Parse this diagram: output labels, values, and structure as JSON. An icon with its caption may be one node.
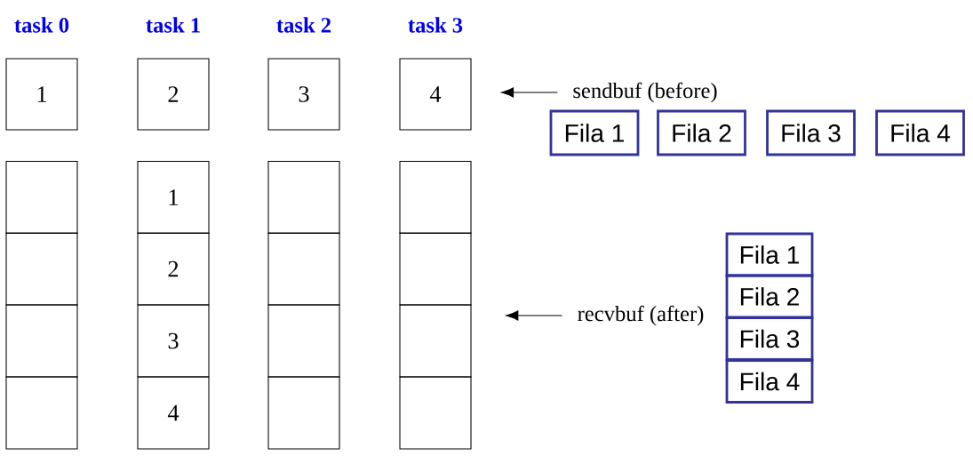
{
  "diagram": {
    "nodes": [
      {
        "text": [
          "1"
        ]
      },
      {
        "text": [
          "2"
        ]
      },
      {
        "text": [
          "3"
        ]
      },
      {
        "text": [
          "4"
        ]
      },
      {
        "text": [
          "sendbuf (before)"
        ]
      },
      {
        "text": [
          "Fila 1"
        ]
      },
      {
        "text": [
          "Fila 2"
        ]
      },
      {
        "text": [
          "Fila 3"
        ]
      },
      {
        "text": [
          "Fila 4"
        ]
      },
      {
        "text": [],
        "shape": "box"
      },
      {
        "text": [
          "1"
        ]
      },
      {
        "text": [],
        "shape": "box"
      },
      {
        "text": [],
        "shape": "box"
      },
      {
        "text": [],
        "shape": "box"
      },
      {
        "text": [
          "2"
        ]
      },
      {
        "text": [],
        "shape": "box"
      },
      {
        "text": [],
        "shape": "box"
      },
      {
        "text": [],
        "shape": "box"
      },
      {
        "text": [
          "3"
        ]
      },
      {
        "text": [],
        "shape": "box"
      },
      {
        "text": [],
        "shape": "box"
      },
      {
        "text": [],
        "shape": "box"
      },
      {
        "text": [
          "4"
        ]
      },
      {
        "text": [],
        "shape": "box"
      },
      {
        "text": [],
        "shape": "box"
      },
      {
        "text": [
          "recvbuf (after)"
        ]
      },
      {
        "text": [
          "Fila 1"
        ]
      },
      {
        "text": [
          "Fila 2"
        ]
      },
      {
        "text": [
          "Fila 3"
        ]
      },
      {
        "text": [
          "Fila 4"
        ]
      }
    ],
    "edges": [
      {
        "from": 4,
        "to": null,
        "arrow": "to"
      },
      {
        "from": 25,
        "to": null,
        "arrow": "to"
      }
    ],
    "labels": [
      "task 0",
      "task 1",
      "task 2",
      "task 3"
    ]
  }
}
